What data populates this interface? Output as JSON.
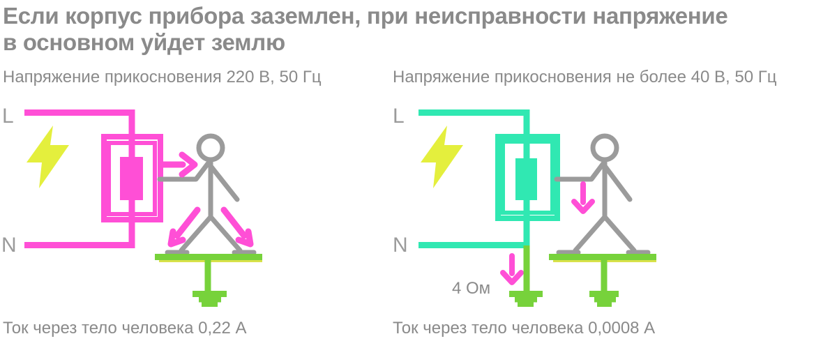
{
  "title_lines": [
    "Если корпус прибора заземлен, при неисправности напряжение",
    "в основном уйдет землю"
  ],
  "left": {
    "subtitle": "Напряжение прикосновения 220 В, 50 Гц",
    "caption": "Ток через тело человека 0,22 А",
    "live_label": "L",
    "neutral_label": "N"
  },
  "right": {
    "subtitle": "Напряжение прикосновения не более 40 В, 50 Гц",
    "caption": "Ток через тело человека 0,0008 А",
    "live_label": "L",
    "neutral_label": "N",
    "ground_resistance_label": "4 Ом"
  },
  "colors": {
    "fault_pink": "#ff4fd6",
    "safe_teal": "#30e8b2",
    "ground_green": "#77d23b",
    "lightning_yellow": "#e4ef3d",
    "platform_edge_yellow": "#d9e24b",
    "figure_gray": "#9b9b9b",
    "text_gray": "#8a8a8a",
    "background": "#ffffff"
  }
}
